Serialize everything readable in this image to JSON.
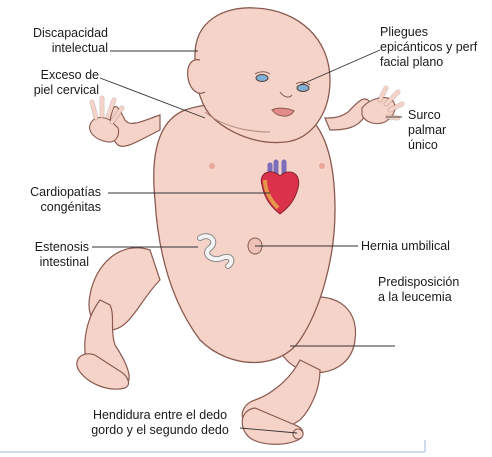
{
  "labels": {
    "intellectual": [
      "Discapacidad",
      "intelectual"
    ],
    "skin": [
      "Exceso de",
      "piel cervical"
    ],
    "heart": [
      "Cardiopatías",
      "congénitas"
    ],
    "stenosis": [
      "Estenosis",
      "intestinal"
    ],
    "cleft": [
      "Hendidura entre el dedo",
      "gordo y el segundo dedo"
    ],
    "folds": [
      "Pliegues",
      "epicánticos y perf",
      "facial plano"
    ],
    "crease": [
      "Surco",
      "palmar",
      "único"
    ],
    "hernia": [
      "Hernia umbilical"
    ],
    "leukemia": [
      "Predisposición",
      "a la leucemia"
    ]
  },
  "colors": {
    "skin": "#f5d3c8",
    "skin_shadow": "#e2b3a6",
    "outline": "#8a5a50",
    "heart": "#d9324a",
    "vessels": "#7a6fb8",
    "line": "#333333",
    "eye": "#7fb0d8",
    "bowel": "#f4f4f4"
  }
}
